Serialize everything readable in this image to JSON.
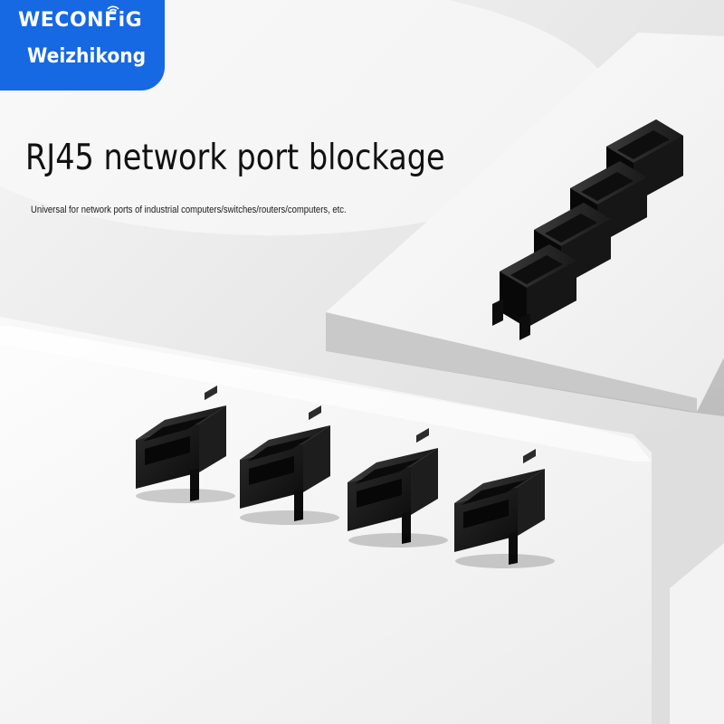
{
  "brand": {
    "name": "WECONFiG",
    "subname": "Weizhikong",
    "color": "#1668e3"
  },
  "product": {
    "title": "RJ45 network port blockage",
    "description": "Universal for network ports of industrial computers/switches/routers/computers, etc."
  },
  "scene": {
    "background_color": "#e9e9e9",
    "platform_color": "#f5f5f5",
    "item_color": "#141414",
    "item_name": "rj45-blocker-plug",
    "items_on_upper_platform": 4,
    "items_on_lower_platform": 4
  }
}
